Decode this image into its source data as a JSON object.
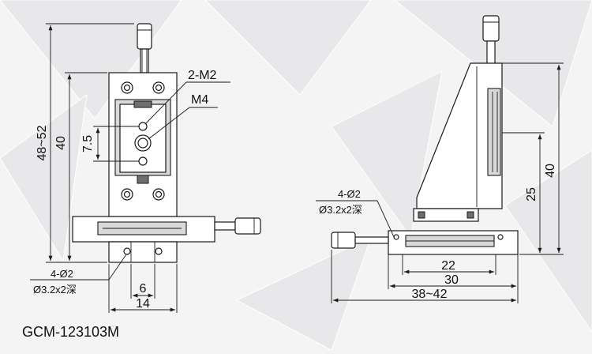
{
  "model": "GCM-123103M",
  "front_view": {
    "dim_overall_height": "48~52",
    "dim_body_height": "40",
    "dim_hole_spacing_v": "7.5",
    "callout_small_holes": "2-M2",
    "callout_center_hole": "M4",
    "callout_mount_holes": "4-Ø2",
    "callout_mount_depth": "Ø3.2x2深",
    "dim_inner_width": "6",
    "dim_outer_width": "14"
  },
  "side_view": {
    "callout_mount_holes": "4-Ø2",
    "callout_mount_depth": "Ø3.2x2深",
    "dim_height_40": "40",
    "dim_height_25": "25",
    "dim_width_22": "22",
    "dim_width_30": "30",
    "dim_width_total": "38~42"
  },
  "colors": {
    "line": "#1a1a1a",
    "fill": "#ffffff",
    "shade": "#d9d9d9",
    "background": "#f4f4f5"
  }
}
